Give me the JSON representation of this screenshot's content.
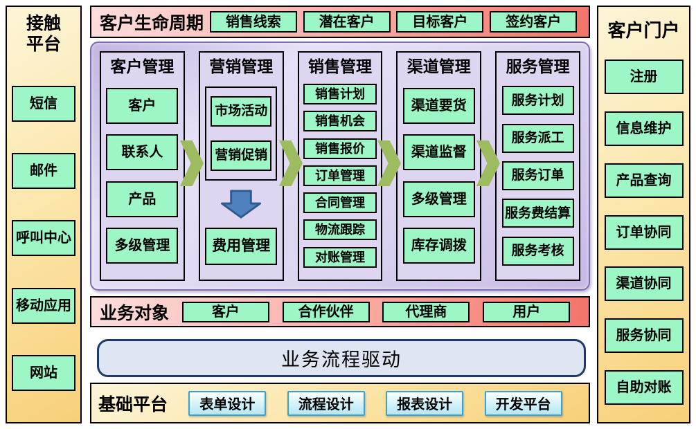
{
  "left_panel": {
    "title": "接触\n平台",
    "items": [
      "短信",
      "邮件",
      "呼叫中心",
      "移动应用",
      "网站"
    ]
  },
  "lifecycle_bar": {
    "title": "客户生命周期",
    "items": [
      "销售线索",
      "潜在客户",
      "目标客户",
      "签约客户"
    ]
  },
  "main": {
    "columns": [
      {
        "title": "客户管理",
        "items": [
          "客户",
          "联系人",
          "产品",
          "多级管理"
        ]
      },
      {
        "title": "营销管理",
        "grouped_items": [
          "市场活动",
          "营销促销"
        ],
        "arrow": "down-arrow",
        "bottom_item": "费用管理"
      },
      {
        "title": "销售管理",
        "items": [
          "销售计划",
          "销售机会",
          "销售报价",
          "订单管理",
          "合同管理",
          "物流跟踪",
          "对账管理"
        ]
      },
      {
        "title": "渠道管理",
        "items": [
          "渠道要货",
          "渠道监督",
          "多级管理",
          "库存调拨"
        ]
      },
      {
        "title": "服务管理",
        "items": [
          "服务计划",
          "服务派工",
          "服务订单",
          "服务费结算",
          "服务考核"
        ]
      }
    ],
    "flow_icons": "right-chevron x4"
  },
  "business_objects_bar": {
    "title": "业务对象",
    "items": [
      "客户",
      "合作伙伴",
      "代理商",
      "用户"
    ]
  },
  "process_bar": {
    "label": "业务流程驱动"
  },
  "platform_bar": {
    "title": "基础平台",
    "items": [
      "表单设计",
      "流程设计",
      "报表设计",
      "开发平台"
    ]
  },
  "right_panel": {
    "title": "客户门户",
    "items": [
      "注册",
      "信息维护",
      "产品查询",
      "订单协同",
      "渠道协同",
      "服务协同",
      "自助对账"
    ]
  },
  "colors": {
    "item_green": "#9cf6c6",
    "panel_yellow_light": "#fdf5d8",
    "panel_yellow_dark": "#f8d078",
    "bar_pink_light": "#fcdedd",
    "bar_pink_dark": "#f3746a",
    "main_purple": "#ddd4f1",
    "column_fill": "#ded6f1",
    "chevron_olive": "#9dbb5f",
    "down_arrow_blue": "#4f81bd",
    "process_fill": "#dde6f2",
    "process_border": "#1f3a67",
    "platform_item_cyan": "#b4e6f4",
    "platform_item_border": "#38a3d3"
  }
}
